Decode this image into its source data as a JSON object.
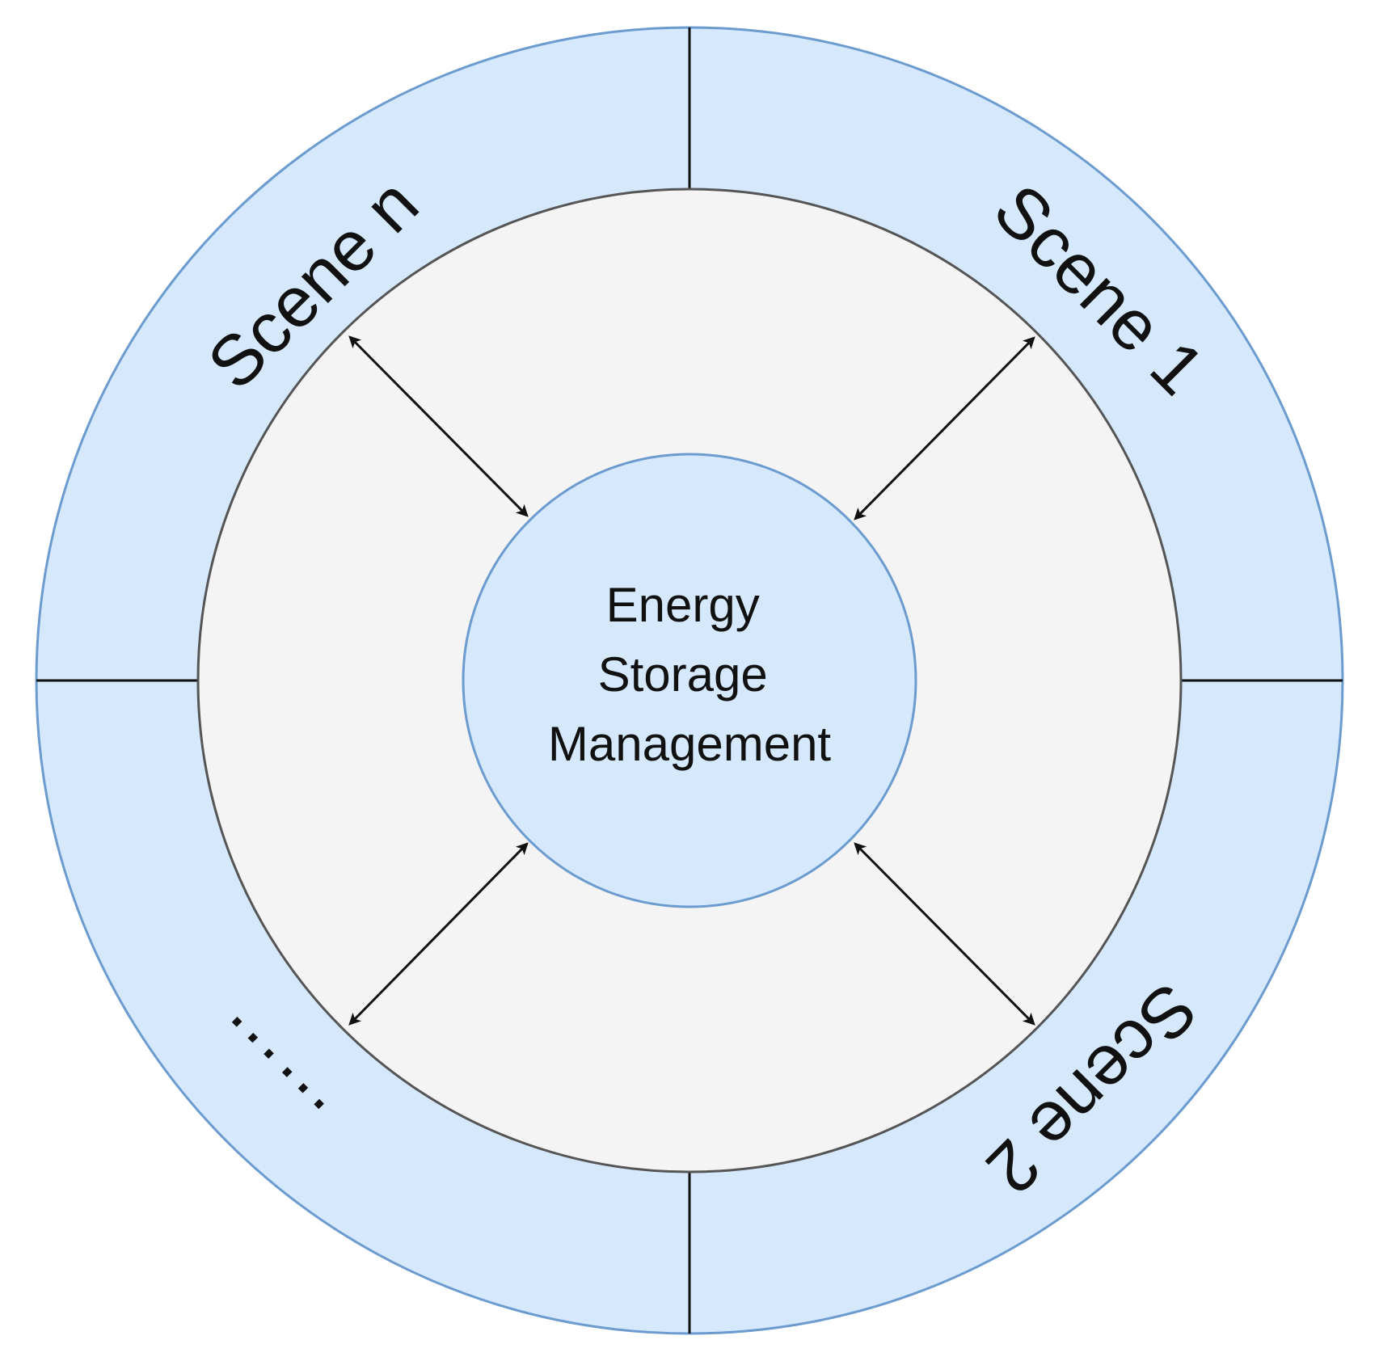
{
  "center": {
    "lines": [
      "Energy",
      "Storage",
      "Management"
    ]
  },
  "scenes": {
    "scene_1": "Scene 1",
    "scene_2": "Scene 2",
    "scene_n": "Scene n",
    "ellipsis": "……"
  },
  "colors": {
    "outer_ring_fill": "#d5e8fc",
    "outer_ring_stroke": "#6c9bcf",
    "middle_ring_fill": "#f4f4f4",
    "middle_ring_stroke": "#555555",
    "arrow": "#111111"
  }
}
